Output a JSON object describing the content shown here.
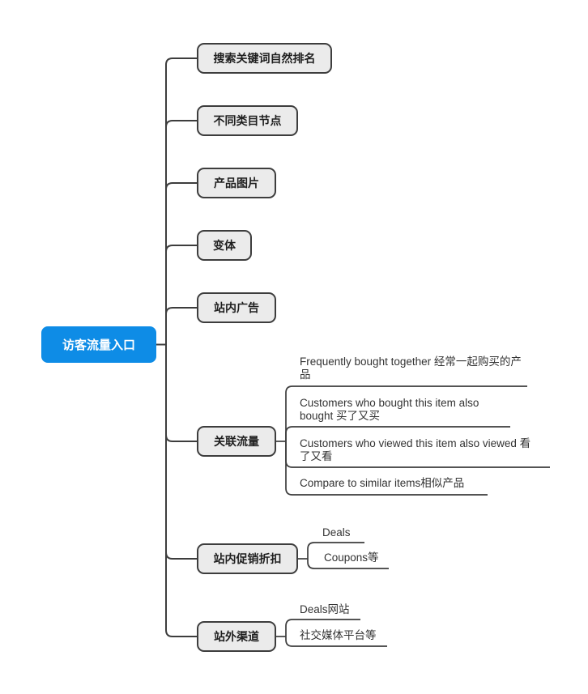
{
  "root": {
    "label": "访客流量入口"
  },
  "branches": [
    {
      "label": "搜索关键词自然排名",
      "children": []
    },
    {
      "label": "不同类目节点",
      "children": []
    },
    {
      "label": "产品图片",
      "children": []
    },
    {
      "label": "变体",
      "children": []
    },
    {
      "label": "站内广告",
      "children": []
    },
    {
      "label": "关联流量",
      "children": [
        "Frequently bought together 经常一起购买的产品",
        "Customers who bought this item also bought 买了又买",
        "Customers who viewed this item also viewed 看了又看",
        "Compare to similar items相似产品"
      ]
    },
    {
      "label": "站内促销折扣",
      "children": [
        "Deals",
        "Coupons等"
      ]
    },
    {
      "label": "站外渠道",
      "children": [
        "Deals网站",
        "社交媒体平台等"
      ]
    }
  ],
  "colors": {
    "canvas": "#ffffff",
    "root-fill": "#0e8ce6",
    "root-text": "#ffffff",
    "node-fill": "#ebebeb",
    "node-border": "#3d3d3d",
    "node-text": "#1f1f1f",
    "leaf-text": "#333333",
    "line": "#3d3d3d"
  }
}
